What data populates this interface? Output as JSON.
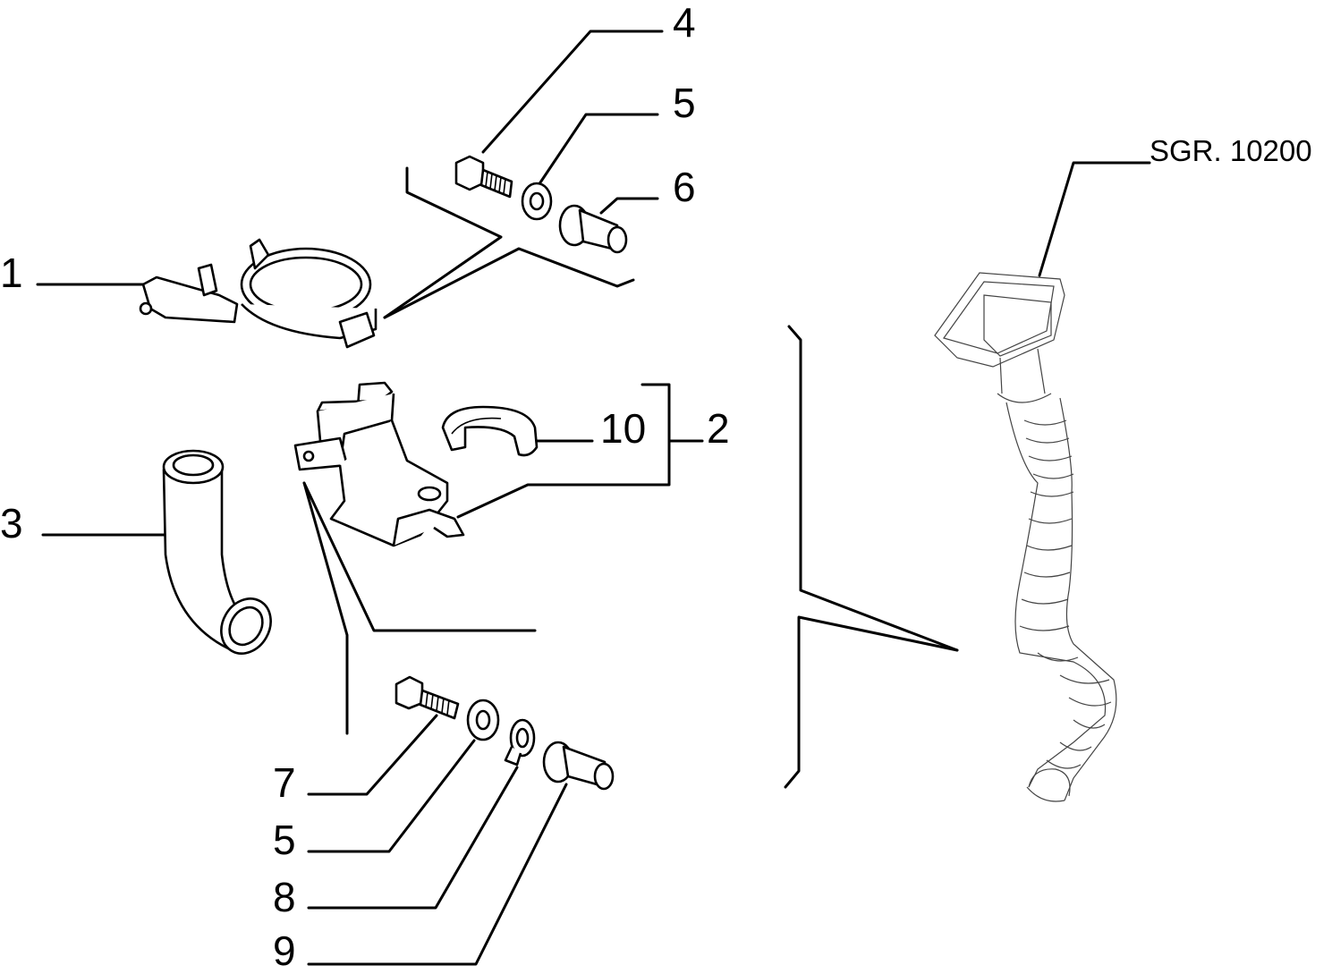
{
  "callouts": {
    "c1": "1",
    "c2": "2",
    "c3": "3",
    "c4": "4",
    "c5a": "5",
    "c6": "6",
    "c10": "10",
    "c7": "7",
    "c5b": "5",
    "c8": "8",
    "c9": "9"
  },
  "reference": "SGR. 10200"
}
